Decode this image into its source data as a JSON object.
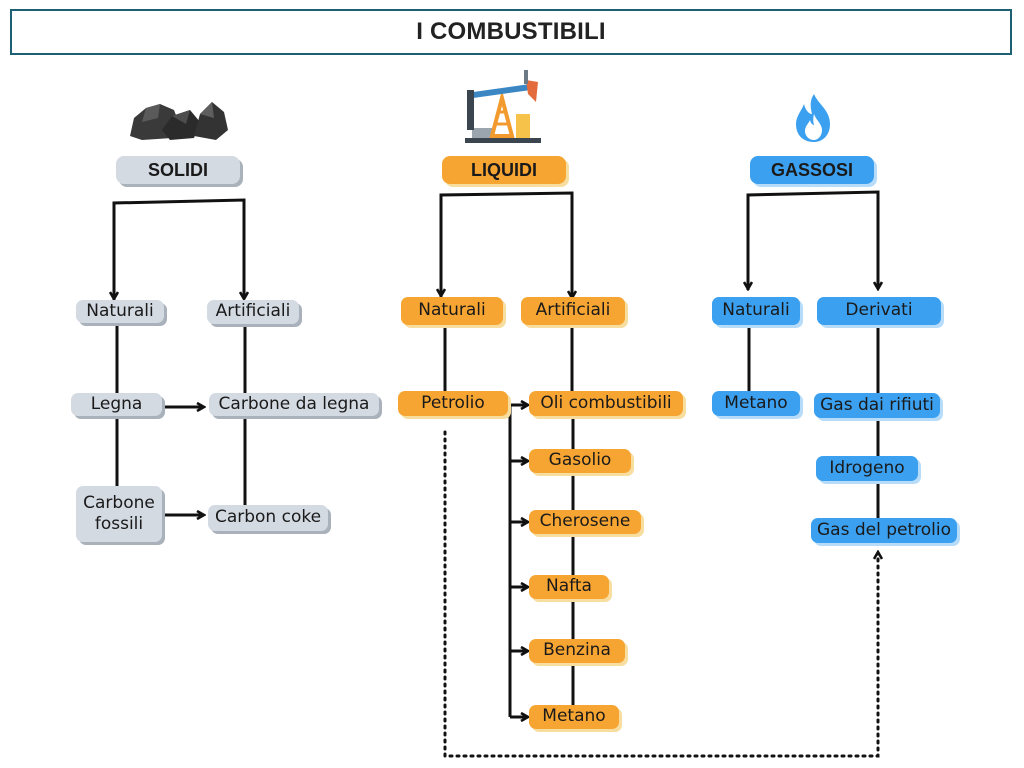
{
  "title": "I COMBUSTIBILI",
  "solidi": {
    "header": "SOLIDI",
    "naturali": "Naturali",
    "artificiali": "Artificiali",
    "legna": "Legna",
    "carbone_legna": "Carbone da legna",
    "carbone_fossili": "Carbone fossili",
    "carbon_coke": "Carbon coke",
    "icon": "coal-icon",
    "color": "#d4dae2"
  },
  "liquidi": {
    "header": "LIQUIDI",
    "naturali": "Naturali",
    "artificiali": "Artificiali",
    "petrolio": "Petrolio",
    "items": [
      "Oli combustibili",
      "Gasolio",
      "Cherosene",
      "Nafta",
      "Benzina",
      "Metano"
    ],
    "icon": "oil-pump-icon",
    "color": "#f7a532"
  },
  "gassosi": {
    "header": "GASSOSI",
    "naturali": "Naturali",
    "derivati": "Derivati",
    "metano": "Metano",
    "items": [
      "Gas dai rifiuti",
      "Idrogeno",
      "Gas del petrolio"
    ],
    "icon": "flame-icon",
    "color": "#3ba0f0"
  }
}
